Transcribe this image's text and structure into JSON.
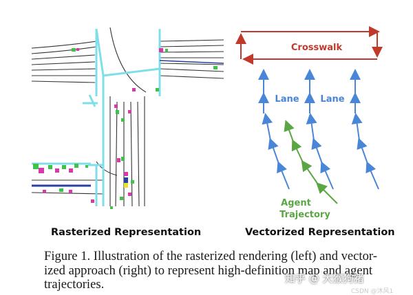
{
  "figure": {
    "left_panel_label": "Rasterized Representation",
    "right_panel_label": "Vectorized Representation",
    "vector_labels": {
      "crosswalk": "Crosswalk",
      "lane_left": "Lane",
      "lane_right": "Lane",
      "agent_line1": "Agent",
      "agent_line2": "Trajectory"
    },
    "colors": {
      "crosswalk": "#c0392b",
      "lane": "#4a86d8",
      "agent": "#5aa544",
      "raster_lane_edge": "#7fdfe8",
      "raster_road_line": "#333333",
      "raster_blue_line": "#2a3fa0",
      "raster_vehicle_magenta": "#d63aa8",
      "raster_vehicle_green": "#3ec24a",
      "raster_vehicle_yellow": "#e8e22a"
    }
  },
  "caption": {
    "line1": "Figure 1. Illustration of the rasterized rendering (left) and vector-",
    "line2": "ized approach (right) to represent high-definition map and agent",
    "line3": "trajectories."
  },
  "watermark": {
    "text": "知乎 @ 大猴狗猪",
    "faint": "CSDN @沐风1"
  }
}
